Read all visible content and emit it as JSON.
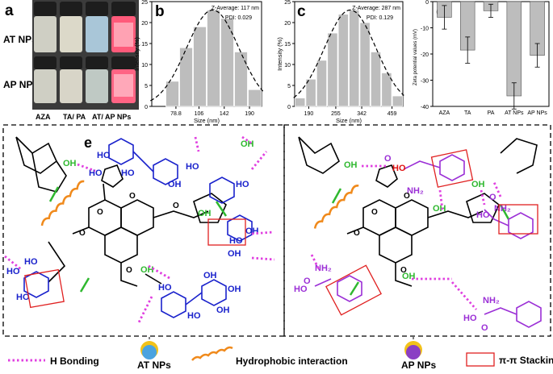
{
  "panel_a": {
    "label": "a",
    "row1_label": "AT NPs",
    "row2_label": "AP NPs",
    "vial_labels": [
      "AZA",
      "TA/ PA",
      "AT/ AP NPs"
    ]
  },
  "chart_data": [
    {
      "type": "bar",
      "panel": "b",
      "annotation_line1": "Z-Average: 117 nm",
      "annotation_line2": "PDI: 0.029",
      "xlabel": "Size (nm)",
      "ylabel": "Intensity (%)",
      "xticks": [
        "78.8",
        "106",
        "142",
        "190"
      ],
      "yticks": [
        "0",
        "5",
        "10",
        "15",
        "20",
        "25"
      ],
      "ylim": [
        0,
        25
      ],
      "values": [
        0,
        6,
        14,
        19,
        23,
        21,
        13,
        4
      ],
      "fit": "dashed gaussian"
    },
    {
      "type": "bar",
      "panel": "c",
      "annotation_line1": "Z-Average: 287 nm",
      "annotation_line2": "PDI: 0.129",
      "xlabel": "Size (nm)",
      "ylabel": "Intensity (%)",
      "xticks": [
        "190",
        "255",
        "342",
        "459"
      ],
      "yticks": [
        "0",
        "5",
        "10",
        "15",
        "20",
        "25"
      ],
      "ylim": [
        0,
        25
      ],
      "values": [
        2,
        6.5,
        11,
        17.5,
        22,
        23,
        20,
        13,
        8,
        2.5
      ],
      "fit": "dashed gaussian"
    },
    {
      "type": "bar",
      "panel": "d",
      "ylabel": "Zeta potential values (mV)",
      "categories": [
        "AZA",
        "TA",
        "PA",
        "AT NPs",
        "AP NPs"
      ],
      "yticks": [
        "0",
        "-10",
        "-20",
        "-30",
        "-40"
      ],
      "ylim": [
        -40,
        0
      ],
      "values": [
        -6,
        -18.5,
        -3.5,
        -36,
        -20.5
      ],
      "errors": [
        4.5,
        5,
        2.5,
        5,
        4.5
      ]
    }
  ],
  "panel_e": {
    "label": "e",
    "legend": {
      "h_bonding": "H Bonding",
      "at_nps": "AT NPs",
      "hydrophobic": "Hydrophobic interaction",
      "ap_nps": "AP NPs",
      "pi_stacking": "π-π Stacking"
    },
    "left_atoms": [
      "HO",
      "OH",
      "OH",
      "HO",
      "OH",
      "HO",
      "OH",
      "HO",
      "HO",
      "OH",
      "HO",
      "HO",
      "OH",
      "OH",
      "OH",
      "O",
      "O",
      "O",
      "O",
      "OH"
    ],
    "right_atoms": [
      "HO",
      "NH₂",
      "OH",
      "HO",
      "NH₂",
      "HO",
      "NH₂",
      "HO",
      "NH₂",
      "OH",
      "HO",
      "OH",
      "OH",
      "OH",
      "O",
      "O",
      "O"
    ]
  },
  "colors": {
    "bar": "#bdbdbd",
    "h_bond": "#e040e0",
    "hydrophobic": "#f08a1c",
    "pi_box": "#e02020",
    "tannic": "#1a22cc",
    "phe": "#9b2fd6",
    "green": "#2fb82f",
    "oxygen_red": "#e01010"
  }
}
